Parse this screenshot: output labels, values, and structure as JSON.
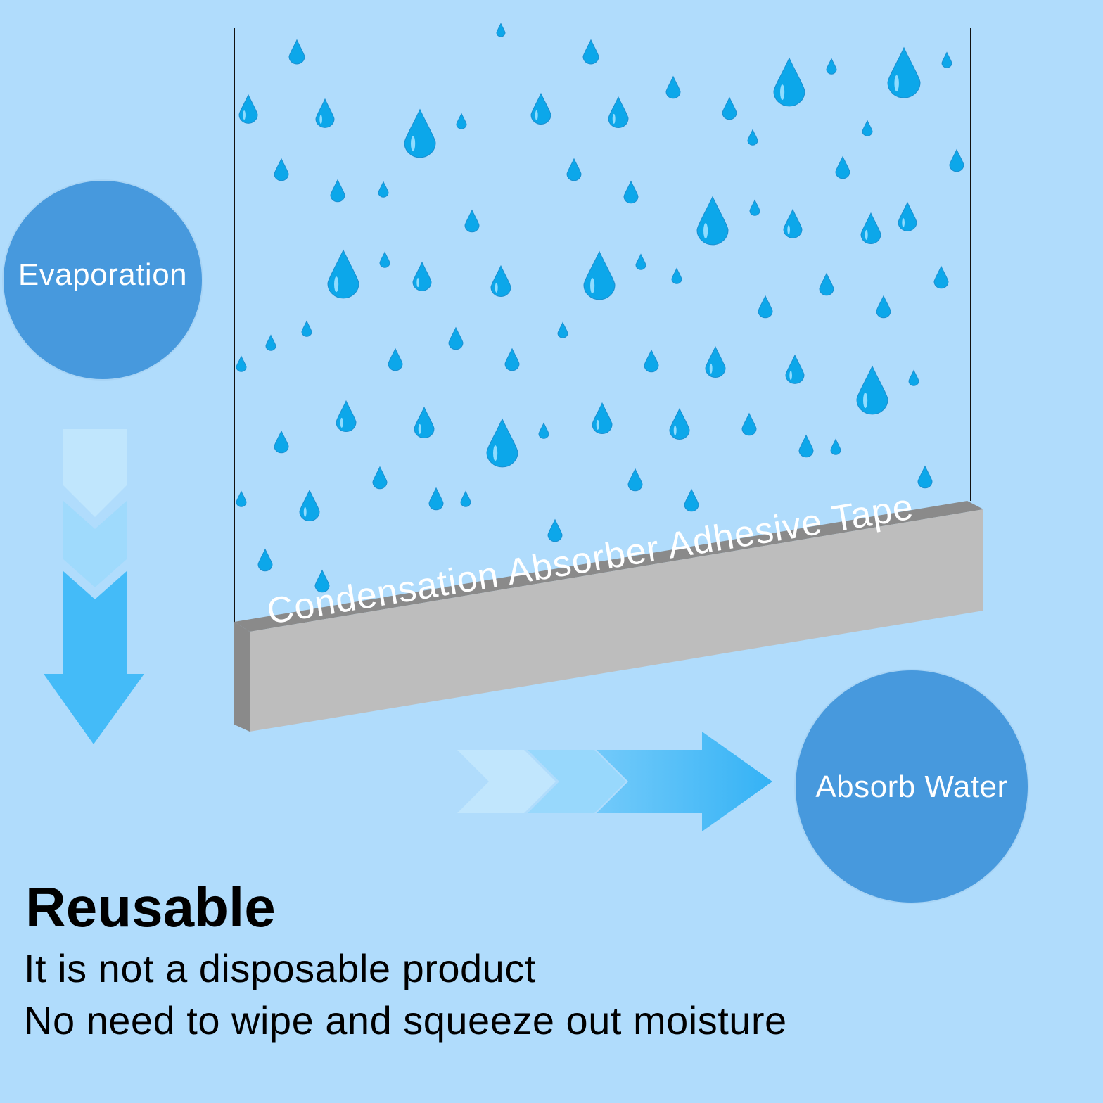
{
  "labels": {
    "evaporation": "Evaporation",
    "absorb_water": "Absorb Water",
    "tape": "Condensation Absorber Adhesive Tape"
  },
  "headline": "Reusable",
  "descriptions": [
    "It is not a disposable product",
    "No need to wipe and squeeze out moisture"
  ],
  "colors": {
    "background": "#b0dcfc",
    "circle": "#4799dd",
    "drop": "#0ca7ea",
    "drop_highlight": "#8fdcff",
    "tape_face": "#bdbdbd",
    "tape_top": "#8a8a8a",
    "arrow": "#37b6f6"
  },
  "icons": [
    "water-drop-icon",
    "down-arrow-icon",
    "right-arrow-icon"
  ]
}
